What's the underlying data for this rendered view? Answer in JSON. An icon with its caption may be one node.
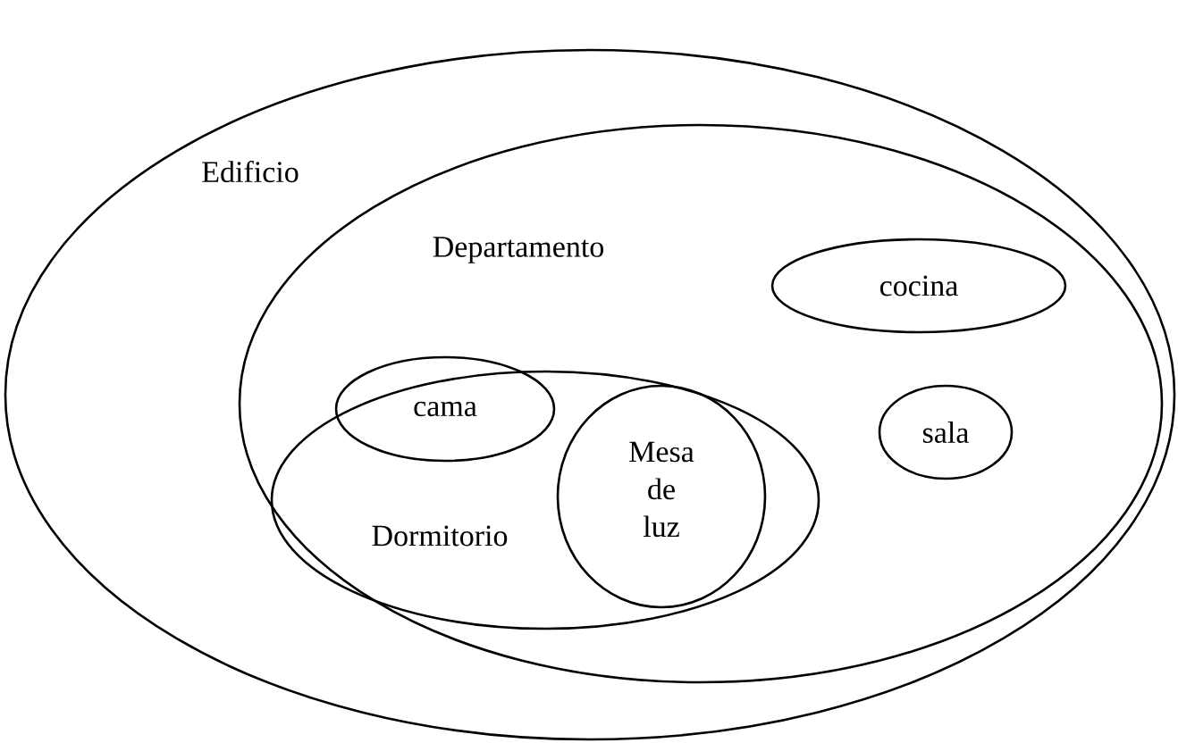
{
  "diagram": {
    "nodes": [
      {
        "text": [
          "Edificio"
        ]
      },
      {
        "text": [
          "Departamento"
        ],
        "in": 0
      },
      {
        "text": [
          "Dormitorio"
        ],
        "in": 1
      },
      {
        "text": [
          "cama"
        ],
        "in": 2
      },
      {
        "text": [
          "Mesa de luz"
        ],
        "in": 2
      },
      {
        "text": [
          "cocina"
        ],
        "in": 1
      },
      {
        "text": [
          "sala"
        ],
        "in": 1
      }
    ]
  }
}
